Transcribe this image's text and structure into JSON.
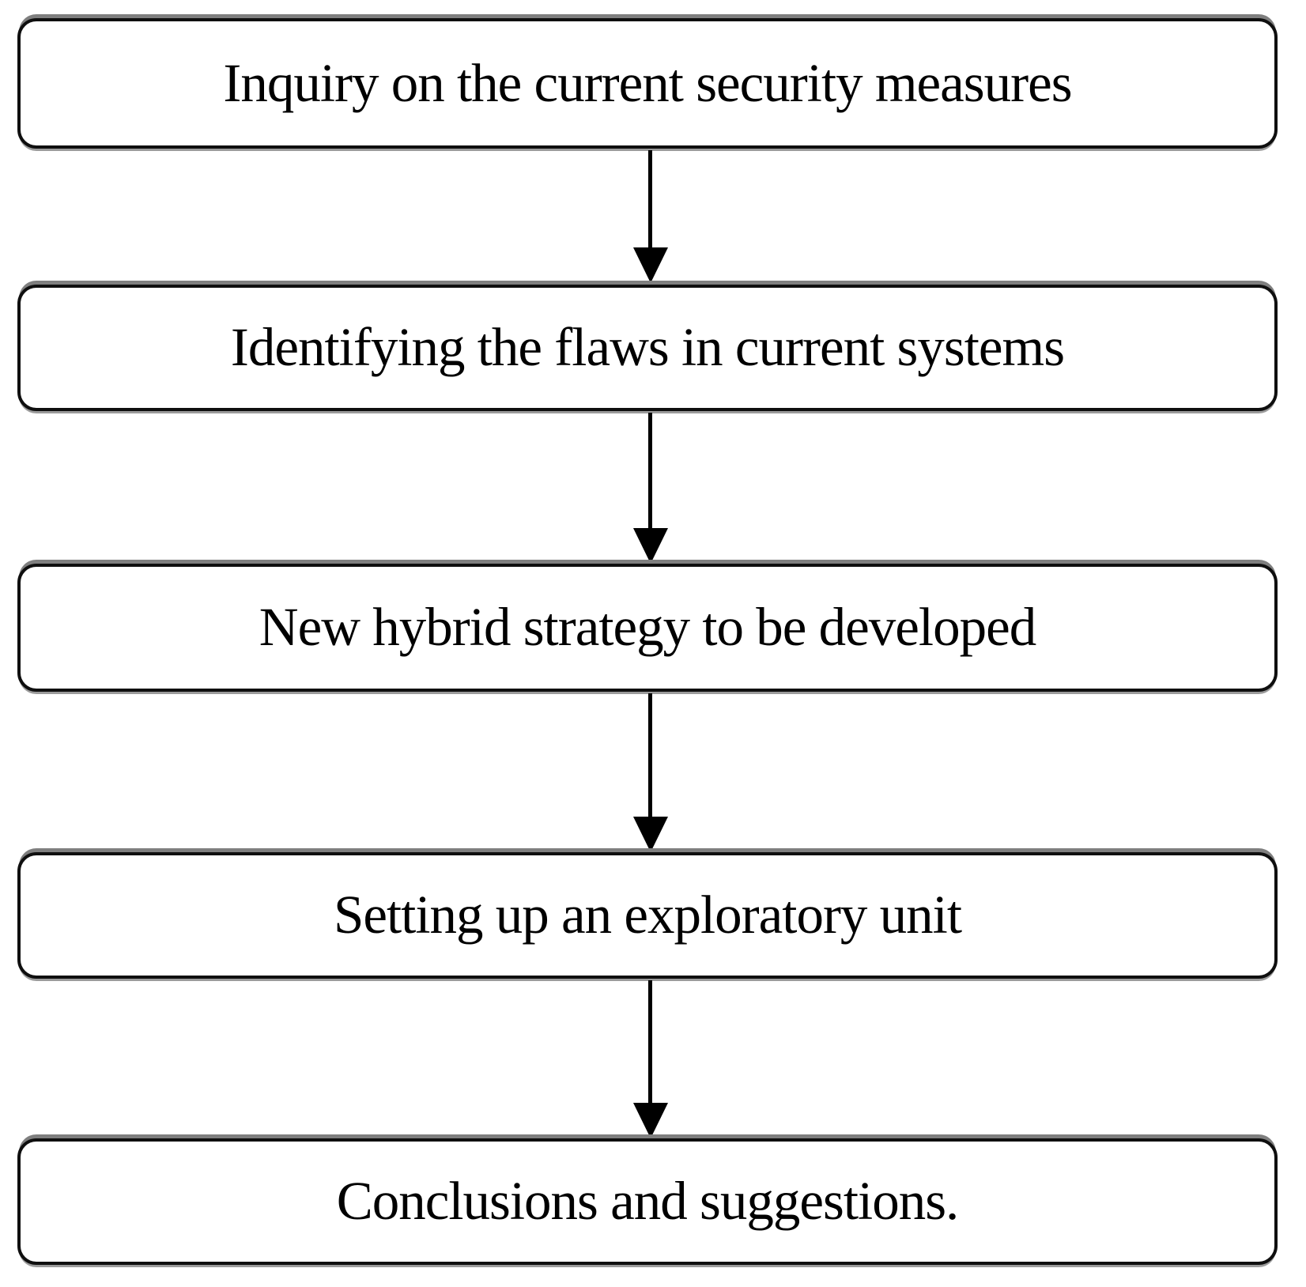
{
  "flowchart": {
    "type": "vertical-process-flow",
    "steps": [
      {
        "label": "Inquiry on the current security measures"
      },
      {
        "label": "Identifying the flaws in current systems"
      },
      {
        "label": "New hybrid strategy to be developed"
      },
      {
        "label": "Setting up an exploratory unit"
      },
      {
        "label": "Conclusions and suggestions."
      }
    ],
    "connector": "arrow-down",
    "colors": {
      "background": "#ffffff",
      "box_fill": "#ffffff",
      "box_border": "#0f0f0f",
      "box_top_highlight": "#7f7f7f",
      "arrow": "#000000",
      "text": "#000000"
    }
  }
}
